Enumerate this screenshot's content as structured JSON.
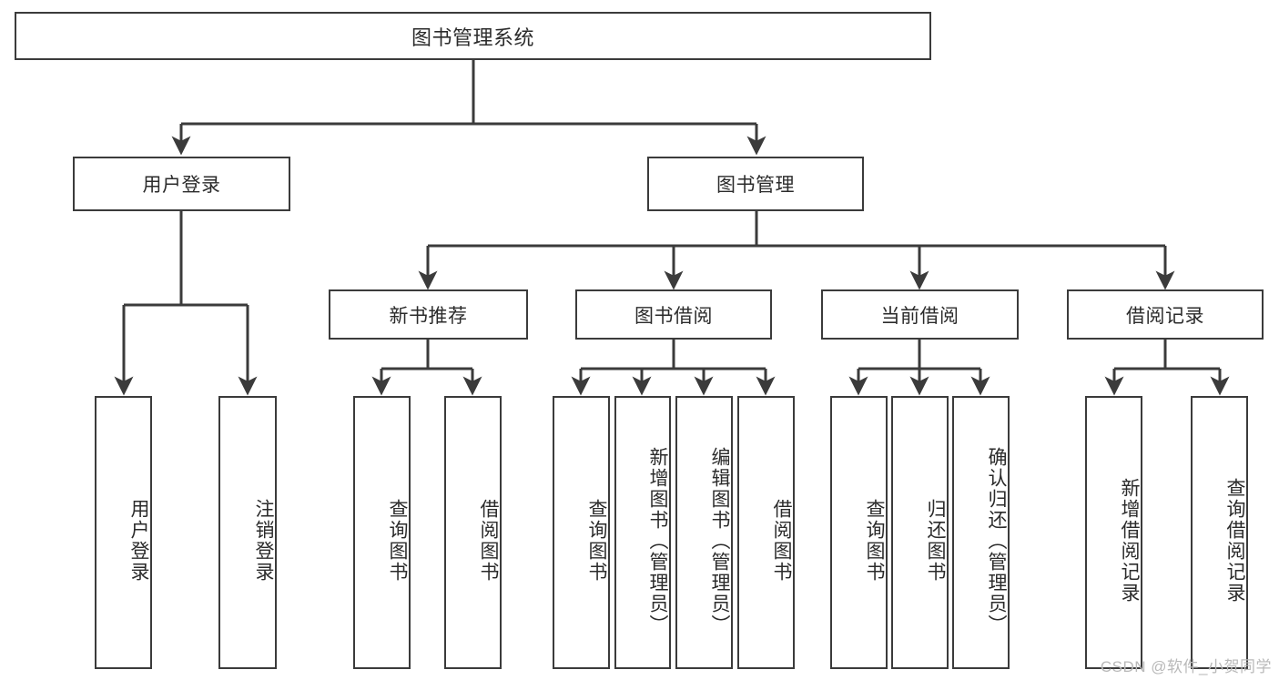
{
  "diagram": {
    "title": "图书管理系统",
    "watermark": "CSDN @软件_小贺同学",
    "line_color": "#3b3b3b",
    "text_color": "#2b2b2b",
    "background": "#ffffff",
    "root": {
      "label": "图书管理系统"
    },
    "level2": [
      {
        "label": "用户登录"
      },
      {
        "label": "图书管理"
      }
    ],
    "level3": [
      {
        "label": "新书推荐"
      },
      {
        "label": "图书借阅"
      },
      {
        "label": "当前借阅"
      },
      {
        "label": "借阅记录"
      }
    ],
    "leaves": [
      {
        "label": "用户登录",
        "parent": "用户登录"
      },
      {
        "label": "注销登录",
        "parent": "用户登录"
      },
      {
        "label": "查询图书",
        "parent": "新书推荐"
      },
      {
        "label": "借阅图书",
        "parent": "新书推荐"
      },
      {
        "label": "查询图书",
        "parent": "图书借阅"
      },
      {
        "label": "新增图书（管理员）",
        "parent": "图书借阅"
      },
      {
        "label": "编辑图书（管理员）",
        "parent": "图书借阅"
      },
      {
        "label": "借阅图书",
        "parent": "图书借阅"
      },
      {
        "label": "查询图书",
        "parent": "当前借阅"
      },
      {
        "label": "归还图书",
        "parent": "当前借阅"
      },
      {
        "label": "确认归还（管理员）",
        "parent": "当前借阅"
      },
      {
        "label": "新增借阅记录",
        "parent": "借阅记录"
      },
      {
        "label": "查询借阅记录",
        "parent": "借阅记录"
      }
    ]
  }
}
